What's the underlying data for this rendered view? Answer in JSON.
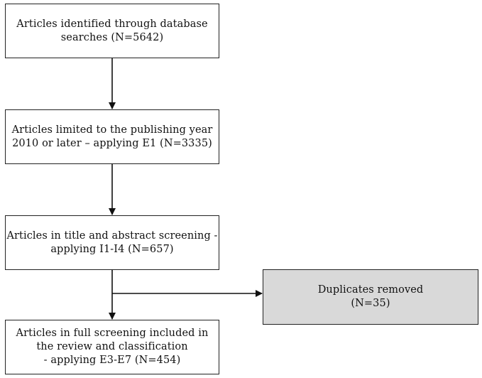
{
  "flowchart": {
    "boxes": [
      {
        "id": "identified",
        "text": "Articles identified through database\nsearches (N=5642)"
      },
      {
        "id": "limited",
        "text": "Articles limited to the publishing year\n2010 or later – applying E1 (N=3335)"
      },
      {
        "id": "screening",
        "text": "Articles in title and abstract screening  -\napplying I1-I4 (N=657)"
      },
      {
        "id": "full",
        "text": "Articles in full screening included in\nthe review and classification\n- applying E3-E7 (N=454)"
      },
      {
        "id": "duplicates",
        "text": "Duplicates removed\n(N=35)"
      }
    ],
    "edges": [
      {
        "from": "identified",
        "to": "limited"
      },
      {
        "from": "limited",
        "to": "screening"
      },
      {
        "from": "screening",
        "to": "full"
      },
      {
        "from": "screening",
        "to": "duplicates"
      }
    ],
    "colors": {
      "box_fill": "#ffffff",
      "removed_fill": "#d9d9d9",
      "stroke": "#222222"
    }
  }
}
